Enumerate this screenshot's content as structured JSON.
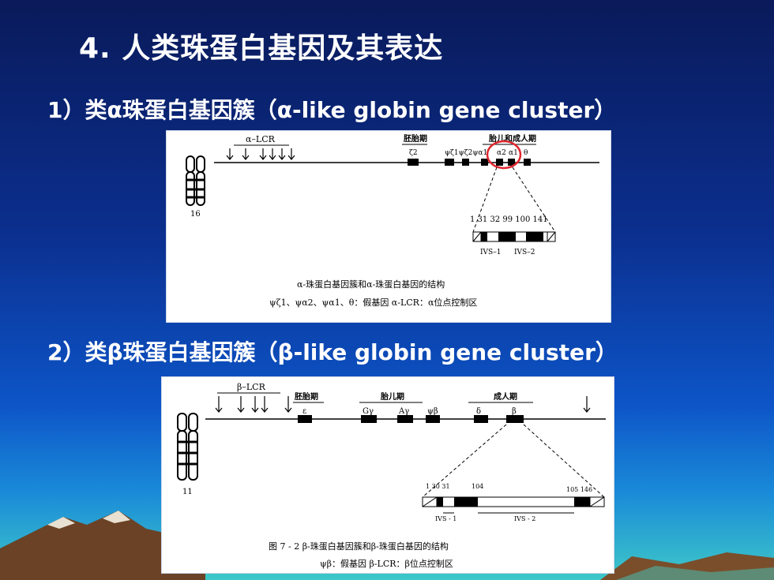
{
  "slide": {
    "title": "4. 人类珠蛋白基因及其表达",
    "sub1": "1）类α珠蛋白基因簇（α-like globin gene cluster）",
    "sub2": "2）类β珠蛋白基因簇（β-like globin gene cluster）"
  },
  "alpha_figure": {
    "lcr_label": "α–LCR",
    "stage_embryo": "胚胎期",
    "stage_fetal_adult": "胎儿和成人期",
    "gene_zeta2": "ζ2",
    "genes_pseudo_and_alpha": "ψζ1ψζ2ψα1",
    "gene_a2": "α2",
    "gene_a1": "α1",
    "gene_theta": "θ",
    "chromosome_number": "16",
    "positions": "1 31 32   99 100 141",
    "ivs1": "IVS–1",
    "ivs2": "IVS–2",
    "caption1": "α-珠蛋白基因簇和α-珠蛋白基因的结构",
    "caption2": "ψζ1、ψα2、ψα1、θ：假基因   α-LCR：α位点控制区"
  },
  "beta_figure": {
    "lcr_label": "β–LCR",
    "stage_embryo": "胚胎期",
    "stage_fetal": "胎儿期",
    "stage_adult": "成人期",
    "gene_epsilon": "ε",
    "gene_ggamma": "Gγ",
    "gene_agamma": "Aγ",
    "gene_psibeta": "ψβ",
    "gene_delta": "δ",
    "gene_beta": "β",
    "chromosome_number": "11",
    "pos_left": "1 30  31",
    "pos_104": "104",
    "pos_right": "105  146",
    "ivs1": "IVS - 1",
    "ivs2": "IVS - 2",
    "caption1": "图 7 - 2   β-珠蛋白基因簇和β-珠蛋白基因的结构",
    "caption2": "ψβ：假基因   β-LCR：β位点控制区"
  },
  "colors": {
    "highlight_circle": "#e0262e",
    "gene_box": "#000000"
  }
}
